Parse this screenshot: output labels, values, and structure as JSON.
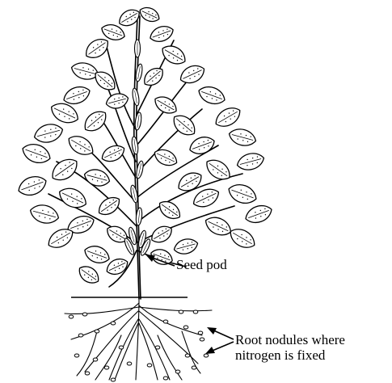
{
  "labels": {
    "seed_pod": "Seed pod",
    "root_nodules_line1": "Root nodules where",
    "root_nodules_line2": "nitrogen is fixed"
  },
  "colors": {
    "ink": "#000000",
    "leaf_fill": "#ffffff",
    "background": "#ffffff"
  }
}
